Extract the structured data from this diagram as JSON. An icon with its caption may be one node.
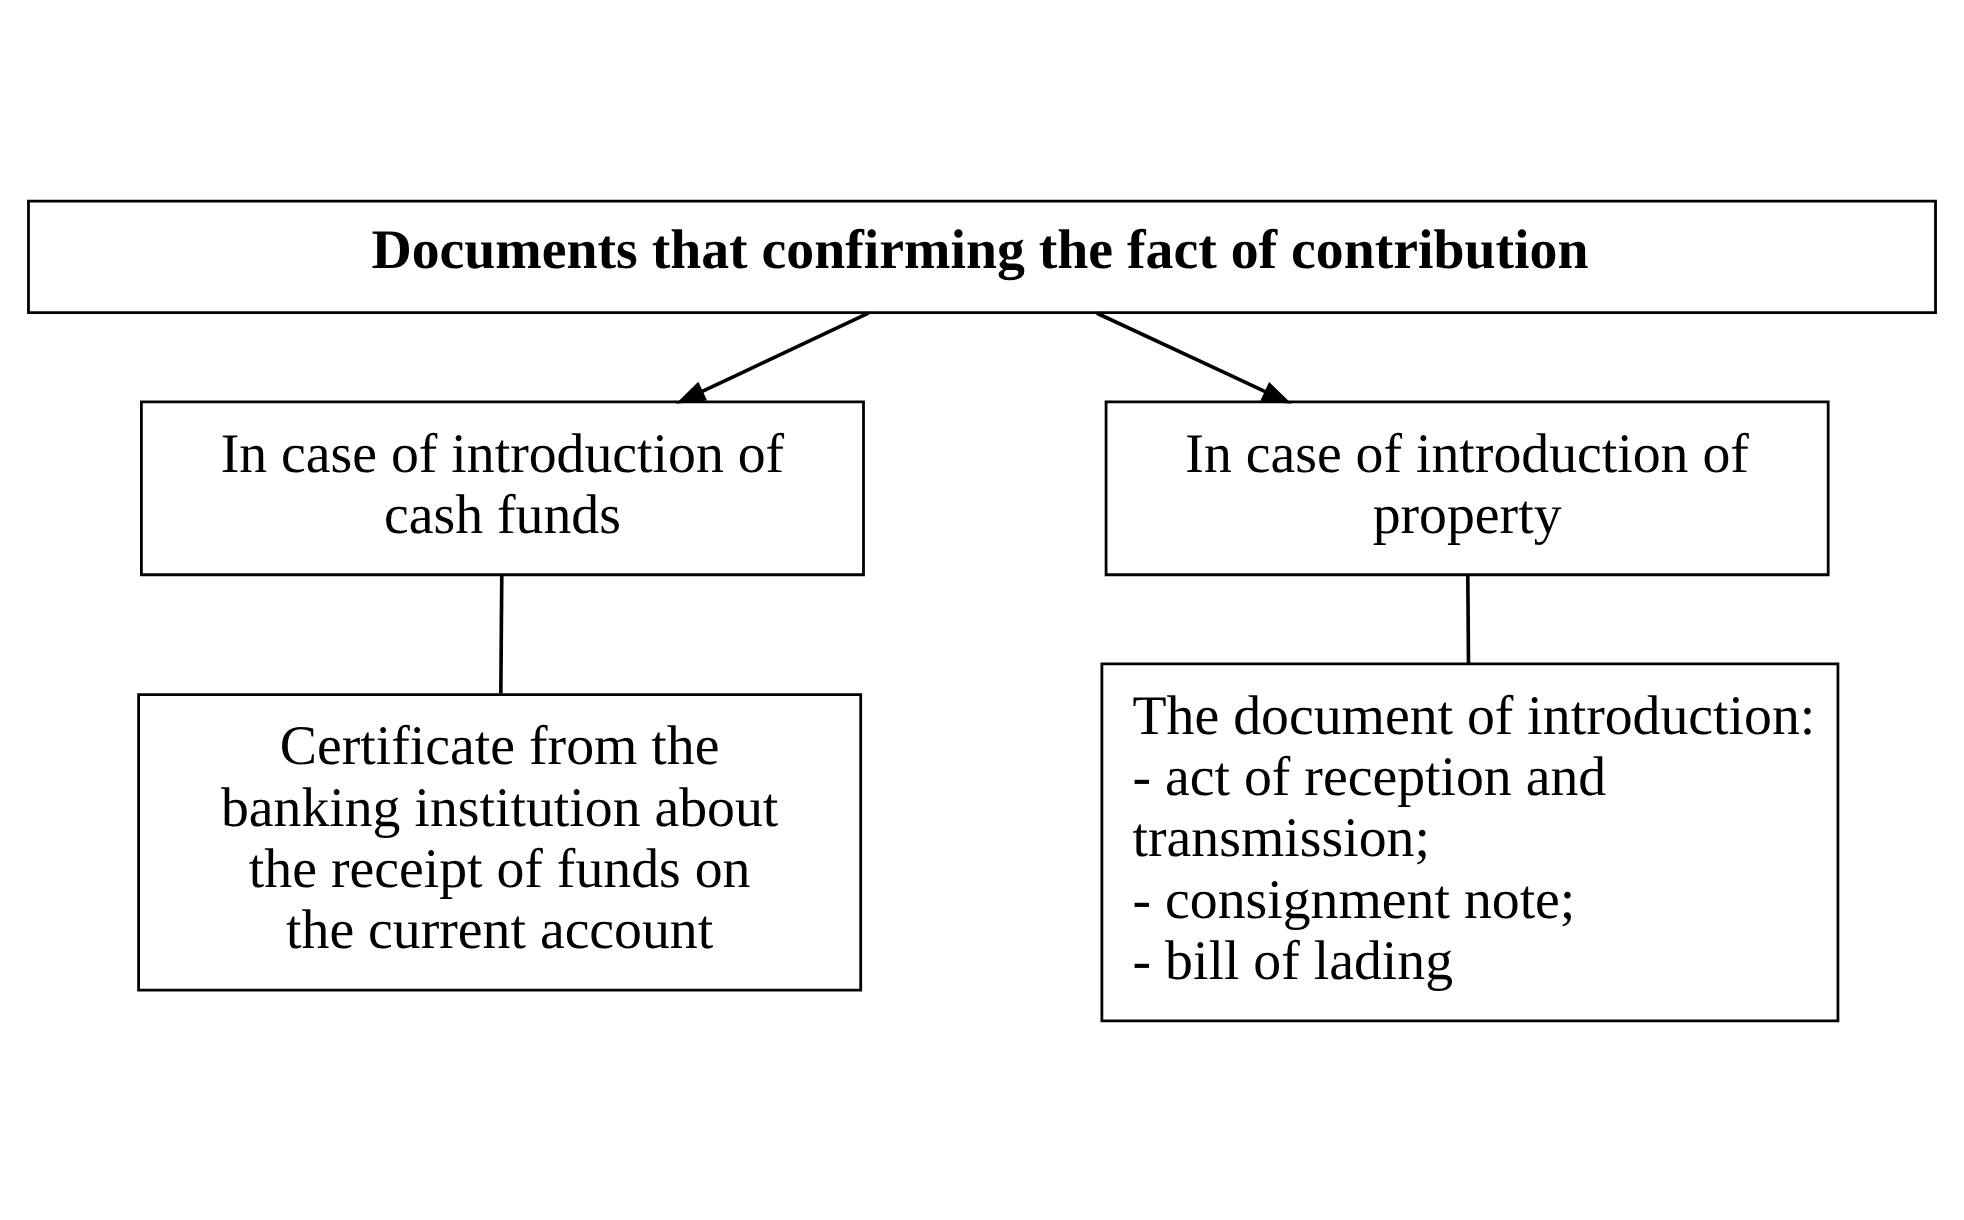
{
  "diagram": {
    "nodes": [
      {
        "text": [
          "Documents that confirming the fact of contribution"
        ]
      },
      {
        "text": [
          "In case of introduction of cash funds"
        ]
      },
      {
        "text": [
          "In case of introduction of property"
        ]
      },
      {
        "text": [
          "Certificate from the banking institution about the receipt of funds on the current account"
        ]
      },
      {
        "text": [
          "The document of introduction:",
          "- act of reception and transmission;",
          "- consignment note;",
          "- bill of lading"
        ]
      }
    ],
    "edges": [
      {
        "from": 0,
        "to": 1,
        "arrow": "to"
      },
      {
        "from": 0,
        "to": 2,
        "arrow": "to"
      },
      {
        "from": 1,
        "to": 3,
        "arrow": "none"
      },
      {
        "from": 2,
        "to": 4,
        "arrow": "none"
      }
    ]
  }
}
